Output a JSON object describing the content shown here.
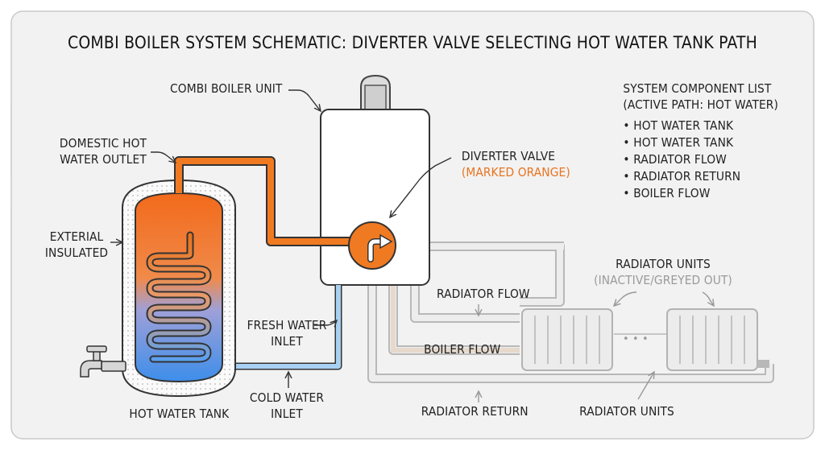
{
  "title": "COMBI BOILER SYSTEM SCHEMATIC: DIVERTER VALVE SELECTING HOT WATER TANK PATH",
  "labels": {
    "boiler_unit": "COMBI BOILER UNIT",
    "dhw_outlet": [
      "DOMESTIC HOT",
      "WATER OUTLET"
    ],
    "diverter_valve": "DIVERTER VALVE",
    "diverter_note": "(MARKED ORANGE)",
    "exterior_insulated": [
      "EXTERIAL",
      "INSULATED"
    ],
    "fresh_water_inlet": [
      "FRESH WATER",
      "INLET"
    ],
    "cold_water_inlet": [
      "COLD WATER",
      "INLET"
    ],
    "hot_water_tank": "HOT WATER TANK",
    "radiator_flow": "RADIATOR FLOW",
    "boiler_flow": "BOILER FLOW",
    "radiator_return": "RADIATOR RETURN",
    "radiator_units_top": "RADIATOR UNITS",
    "radiator_units_note": "(INACTIVE/GREYED OUT)",
    "radiator_units_bottom": "RADIATOR UNITS",
    "ellipsis": "• • •"
  },
  "component_list": {
    "heading": [
      "SYSTEM COMPONENT LIST",
      "(ACTIVE PATH: HOT WATER)"
    ],
    "items": [
      "HOT WATER TANK",
      "HOT WATER TANK",
      "RADIATOR FLOW",
      "RADIATOR RETURN",
      "BOILER FLOW"
    ]
  },
  "colors": {
    "active_hot": "#f07a22",
    "cold": "#7fb6e6",
    "inactive": "#c8c8c8",
    "background": "#f2f2f2"
  },
  "icons": {
    "valve": "diverter-arrow-icon",
    "tap": "faucet-icon",
    "flue": "flue-icon"
  }
}
